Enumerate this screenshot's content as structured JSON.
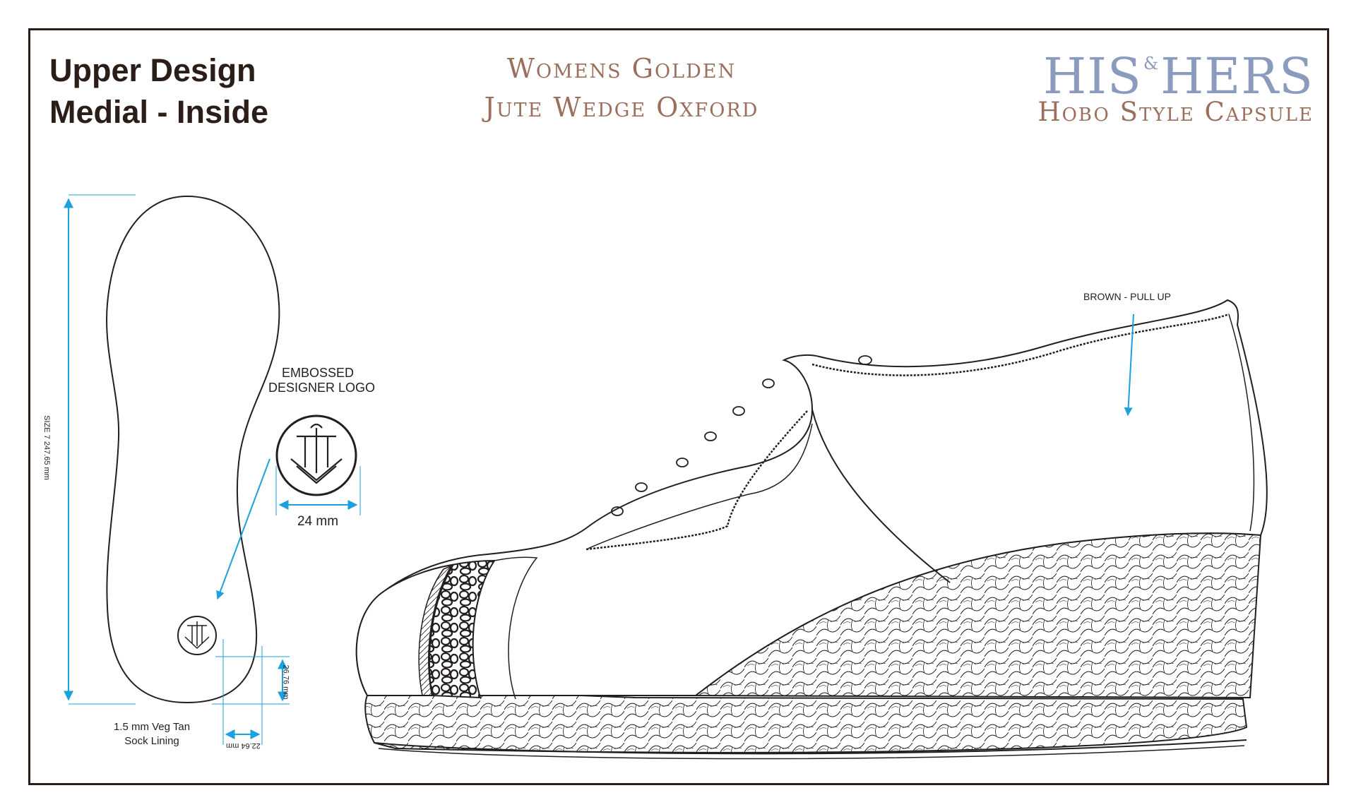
{
  "heading": {
    "line1": "Upper Design",
    "line2": "Medial - Inside"
  },
  "product": {
    "line1": "Womens Golden",
    "line2": "Jute Wedge Oxford"
  },
  "brand": {
    "his": "HIS",
    "amp": "&",
    "hers": "HERS",
    "subtitle": "Hobo Style Capsule"
  },
  "annotations": {
    "embossed_line1": "EMBOSSED",
    "embossed_line2": "DESIGNER LOGO",
    "logo_width": "24 mm",
    "size_label": "SIZE 7 247.65 mm",
    "height_dim": "26.76 mm",
    "width_dim": "22.64 mm",
    "sock_line1": "1.5 mm Veg Tan",
    "sock_line2": "Sock Lining",
    "material": "BROWN - PULL UP"
  },
  "colors": {
    "outline": "#231f20",
    "dimension": "#1ba1dd",
    "frame": "#2b1d17",
    "title": "#9c6f5d",
    "brand": "#8a9bbd"
  }
}
